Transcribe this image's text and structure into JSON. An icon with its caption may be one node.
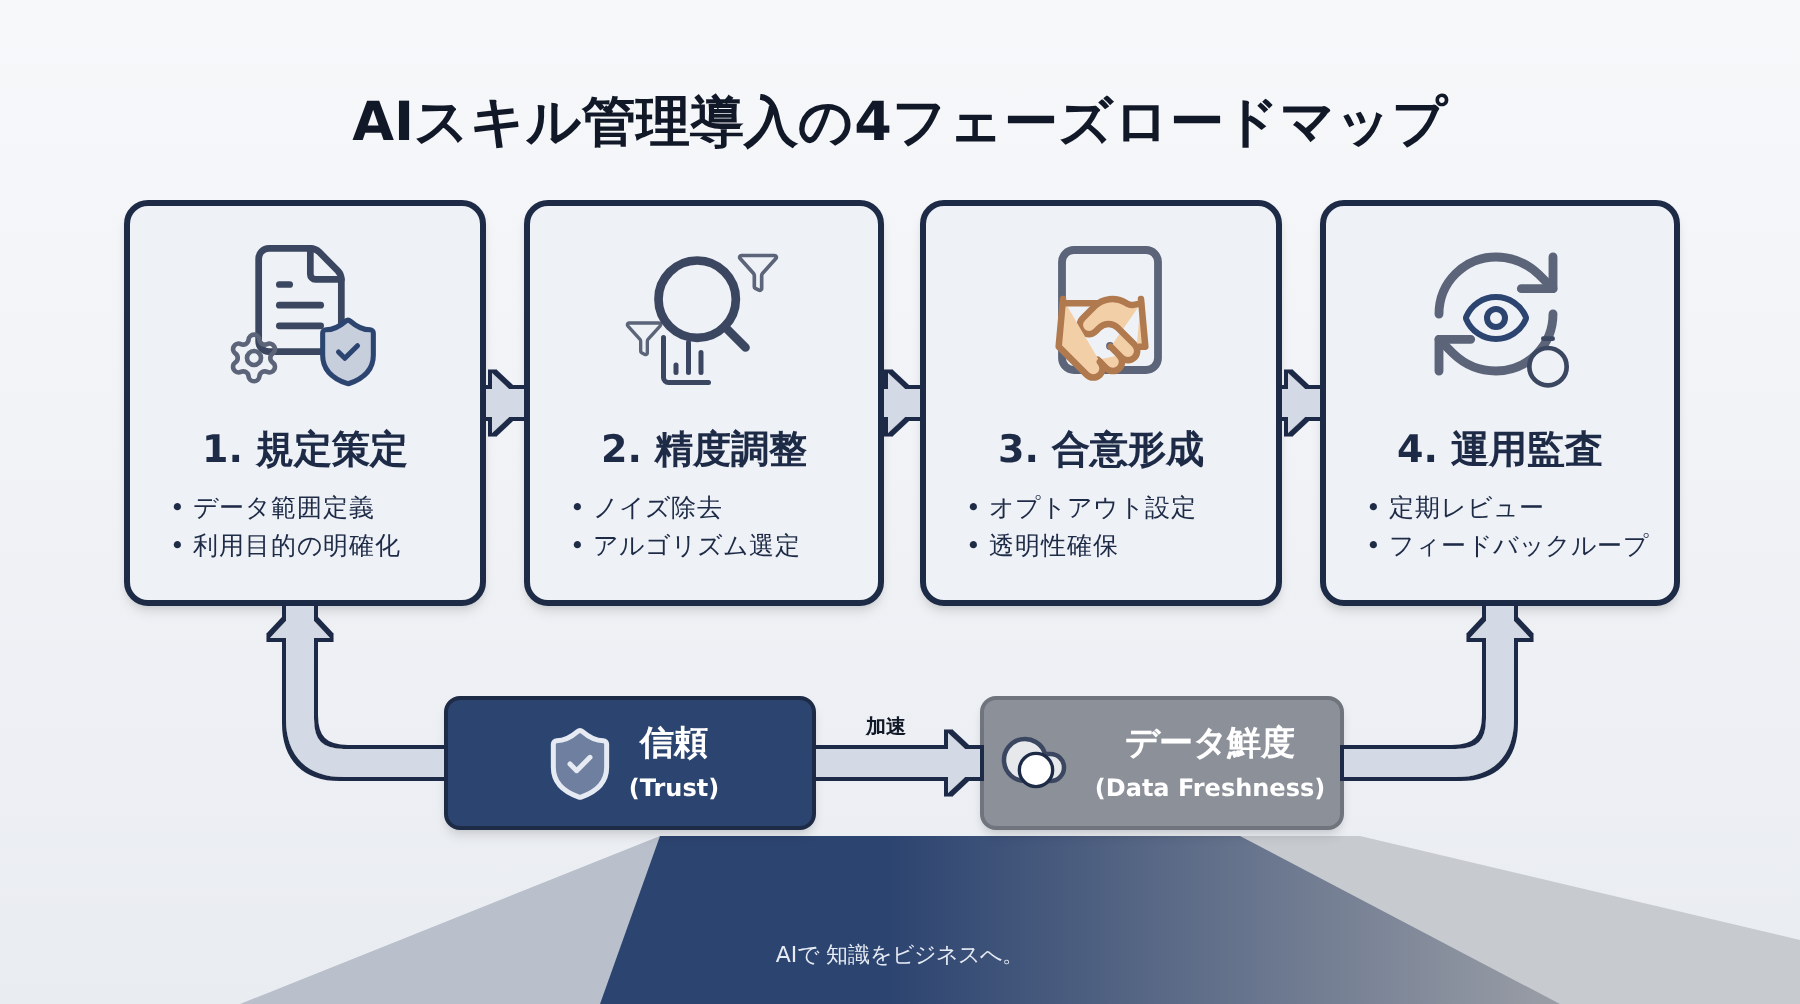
{
  "diagram": {
    "title": "AIスキル管理導入の4フェーズロードマップ",
    "nodes": [
      {
        "text": [
          "1. 規定策定",
          "• データ範囲定義",
          "• 利用目的の明確化"
        ]
      },
      {
        "text": [
          "2. 精度調整",
          "• ノイズ除去",
          "• アルゴリズム選定"
        ]
      },
      {
        "text": [
          "3. 合意形成",
          "• オプトアウト設定",
          "• 透明性確保"
        ]
      },
      {
        "text": [
          "4. 運用監査",
          "• 定期レビュー",
          "• フィードバックループ"
        ]
      },
      {
        "text": [
          "信頼",
          "(Trust)"
        ]
      },
      {
        "text": [
          "データ鮮度",
          "(Data Freshness)"
        ]
      }
    ],
    "edges": [
      {
        "from": 0,
        "to": 1,
        "arrow": "to"
      },
      {
        "from": 1,
        "to": 2,
        "arrow": "to"
      },
      {
        "from": 2,
        "to": 3,
        "arrow": "to"
      },
      {
        "from": 4,
        "to": 5,
        "arrow": "to",
        "label": "加速"
      },
      {
        "from": 4,
        "to": 0,
        "arrow": "to"
      },
      {
        "from": 5,
        "to": 3,
        "arrow": "to"
      }
    ],
    "labels": [
      "AIで 知識をビジネスへ。"
    ]
  }
}
